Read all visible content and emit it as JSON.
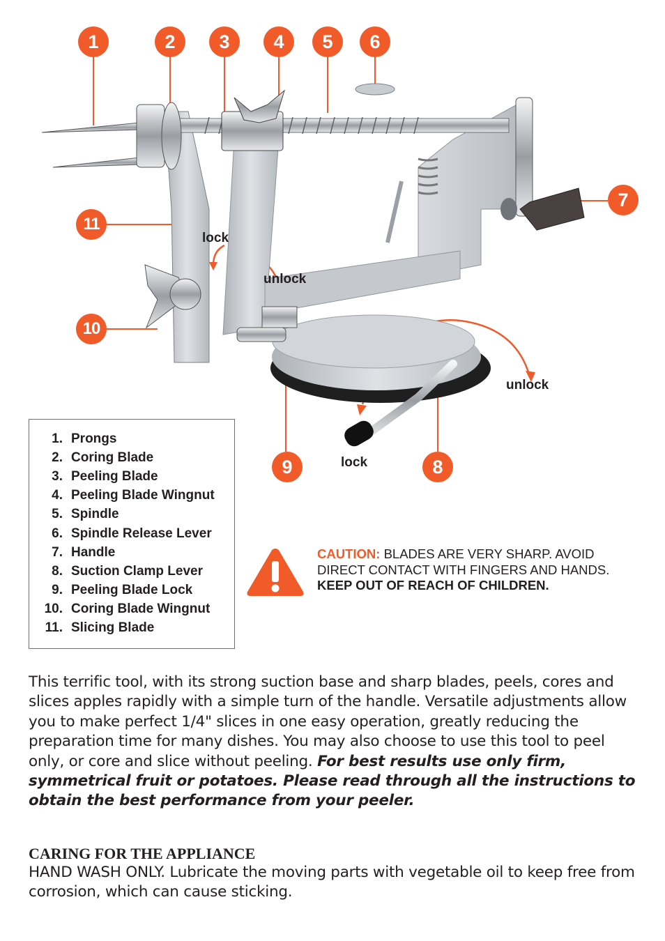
{
  "callouts": [
    "1",
    "2",
    "3",
    "4",
    "5",
    "6",
    "7",
    "8",
    "9",
    "10",
    "11"
  ],
  "direction_labels": {
    "lock_top": "lock",
    "unlock_mid": "unlock",
    "unlock_right": "unlock",
    "lock_bottom": "lock"
  },
  "parts": [
    {
      "num": "1.",
      "name": "Prongs"
    },
    {
      "num": "2.",
      "name": "Coring Blade"
    },
    {
      "num": "3.",
      "name": "Peeling Blade"
    },
    {
      "num": "4.",
      "name": "Peeling Blade Wingnut"
    },
    {
      "num": "5.",
      "name": "Spindle"
    },
    {
      "num": "6.",
      "name": "Spindle Release Lever"
    },
    {
      "num": "7.",
      "name": "Handle"
    },
    {
      "num": "8.",
      "name": "Suction Clamp Lever"
    },
    {
      "num": "9.",
      "name": "Peeling Blade Lock"
    },
    {
      "num": "10.",
      "name": "Coring Blade Wingnut"
    },
    {
      "num": "11.",
      "name": "Slicing Blade"
    }
  ],
  "caution": {
    "label": "CAUTION:",
    "text": " BLADES ARE VERY SHARP. AVOID DIRECT CONTACT WITH FINGERS AND HANDS.",
    "bold": "KEEP OUT OF REACH OF CHILDREN."
  },
  "intro": {
    "text": "This terrific tool, with its strong suction base and sharp blades, peels, cores and slices apples rapidly with a simple turn of the handle. Versatile adjustments allow you to make perfect 1/4\" slices in one easy operation, greatly reducing the preparation time for many dishes. You may also choose to use this tool to peel only, or core and slice without peeling. ",
    "emphasis": "For best results use only firm, symmetrical fruit or potatoes. Please read through all the instructions to obtain the best performance from your peeler."
  },
  "care": {
    "title": "CARING FOR THE APPLIANCE",
    "text": "HAND WASH ONLY. Lubricate the moving parts with vegetable oil to keep free from corrosion, which can cause sticking."
  },
  "colors": {
    "accent": "#f15a29",
    "text": "#231f20",
    "frame": "#c9ced3",
    "chrome": "#b8bcc0"
  }
}
